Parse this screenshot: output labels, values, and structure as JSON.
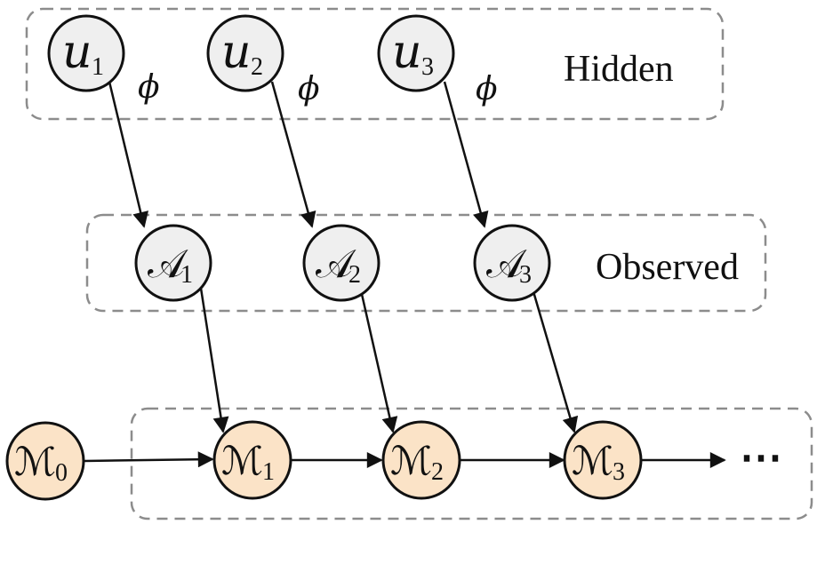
{
  "groups": {
    "hidden_label": "Hidden",
    "observed_label": "Observed"
  },
  "hidden_nodes": [
    {
      "base": "u",
      "sub": "1",
      "param": "ϕ"
    },
    {
      "base": "u",
      "sub": "2",
      "param": "ϕ"
    },
    {
      "base": "u",
      "sub": "3",
      "param": "ϕ"
    }
  ],
  "observed_nodes": [
    {
      "base": "𝒜",
      "sub": "1"
    },
    {
      "base": "𝒜",
      "sub": "2"
    },
    {
      "base": "𝒜",
      "sub": "3"
    }
  ],
  "model_nodes": [
    {
      "base": "ℳ",
      "sub": "0"
    },
    {
      "base": "ℳ",
      "sub": "1"
    },
    {
      "base": "ℳ",
      "sub": "2"
    },
    {
      "base": "ℳ",
      "sub": "3"
    }
  ],
  "continuation": "⋯",
  "colors": {
    "hidden_fill": "#efefef",
    "observed_fill": "#efefef",
    "model_fill": "#fbe3c7",
    "box_stroke": "#8c8c8c"
  }
}
